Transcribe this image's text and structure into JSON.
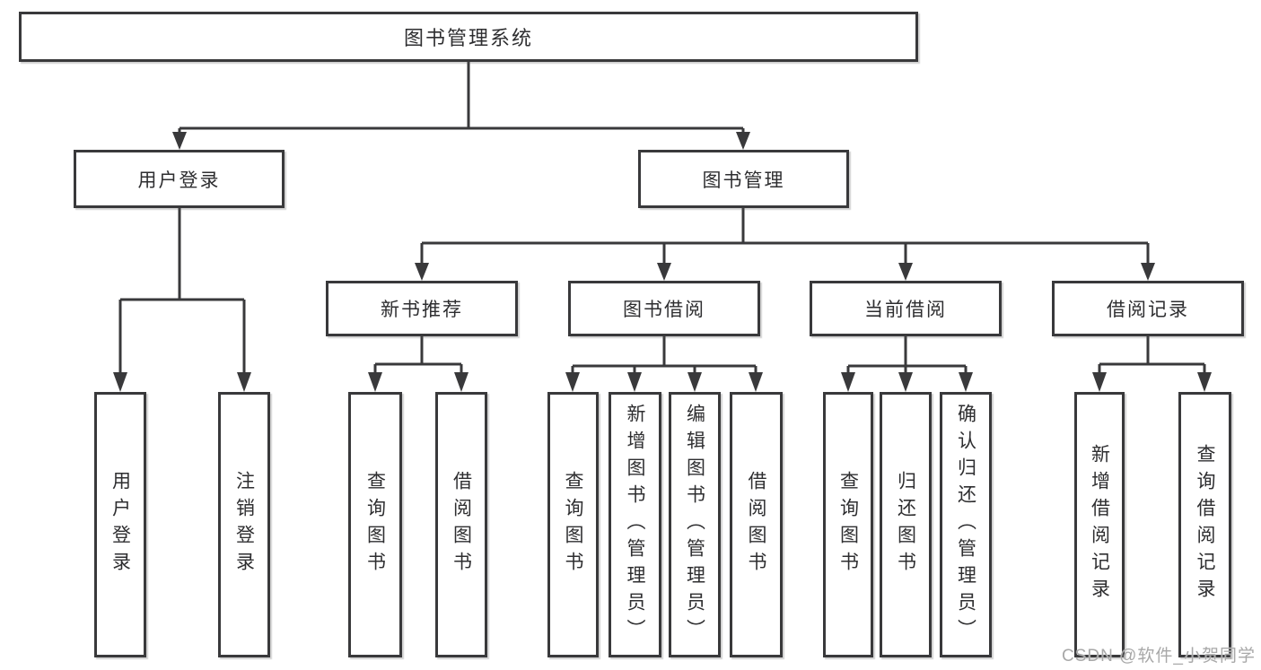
{
  "diagram": {
    "tree": {
      "label": "图书管理系统",
      "children": [
        {
          "label": "用户登录",
          "children": [
            {
              "label": "用户登录"
            },
            {
              "label": "注销登录"
            }
          ]
        },
        {
          "label": "图书管理",
          "children": [
            {
              "label": "新书推荐",
              "children": [
                {
                  "label": "查询图书"
                },
                {
                  "label": "借阅图书"
                }
              ]
            },
            {
              "label": "图书借阅",
              "children": [
                {
                  "label": "查询图书"
                },
                {
                  "label": "新增图书（管理员）"
                },
                {
                  "label": "编辑图书（管理员）"
                },
                {
                  "label": "借阅图书"
                }
              ]
            },
            {
              "label": "当前借阅",
              "children": [
                {
                  "label": "查询图书"
                },
                {
                  "label": "归还图书"
                },
                {
                  "label": "确认归还（管理员）"
                }
              ]
            },
            {
              "label": "借阅记录",
              "children": [
                {
                  "label": "新增借阅记录"
                },
                {
                  "label": "查询借阅记录"
                }
              ]
            }
          ]
        }
      ]
    },
    "colors": {
      "line": "#39393b",
      "text": "#2e2e30",
      "background": "#ffffff",
      "watermark": "#a8a8a8"
    }
  },
  "watermark": {
    "text": "CSDN @软件_小贺同学"
  }
}
